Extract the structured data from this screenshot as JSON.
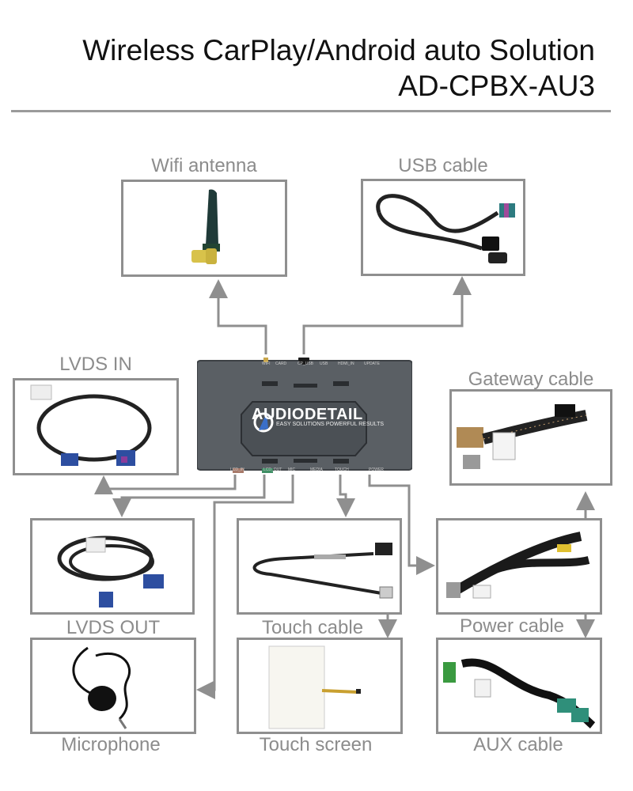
{
  "header": {
    "title": "Wireless CarPlay/Android auto Solution",
    "model": "AD-CPBX-AU3"
  },
  "main_unit": {
    "brand": "AUDIODETAIL",
    "tagline": "EASY SOLUTIONS  POWERFUL RESULTS",
    "top_ports": [
      "WIFI",
      "CARD",
      "CP_USB",
      "USB",
      "HDMI_IN",
      "UPDATE"
    ],
    "bottom_ports": [
      "LCD_IN",
      "LCD_OUT",
      "MIC",
      "MEDIA",
      "TOUCH",
      "POWER"
    ]
  },
  "components": [
    {
      "id": "wifi",
      "label": "Wifi antenna"
    },
    {
      "id": "usb",
      "label": "USB cable"
    },
    {
      "id": "lvds-in",
      "label": "LVDS IN"
    },
    {
      "id": "gateway",
      "label": "Gateway cable"
    },
    {
      "id": "lvds-out",
      "label": "LVDS OUT"
    },
    {
      "id": "touch-cable",
      "label": "Touch cable"
    },
    {
      "id": "power",
      "label": "Power cable"
    },
    {
      "id": "microphone",
      "label": "Microphone"
    },
    {
      "id": "touch-screen",
      "label": "Touch screen"
    },
    {
      "id": "aux",
      "label": "AUX cable"
    }
  ],
  "colors": {
    "line": "#8f8f8f",
    "label": "#8c8c8c",
    "unit_body": "#555a5f",
    "lvds_blue": "#2d4ea0",
    "aux_green": "#2f8f7a"
  }
}
